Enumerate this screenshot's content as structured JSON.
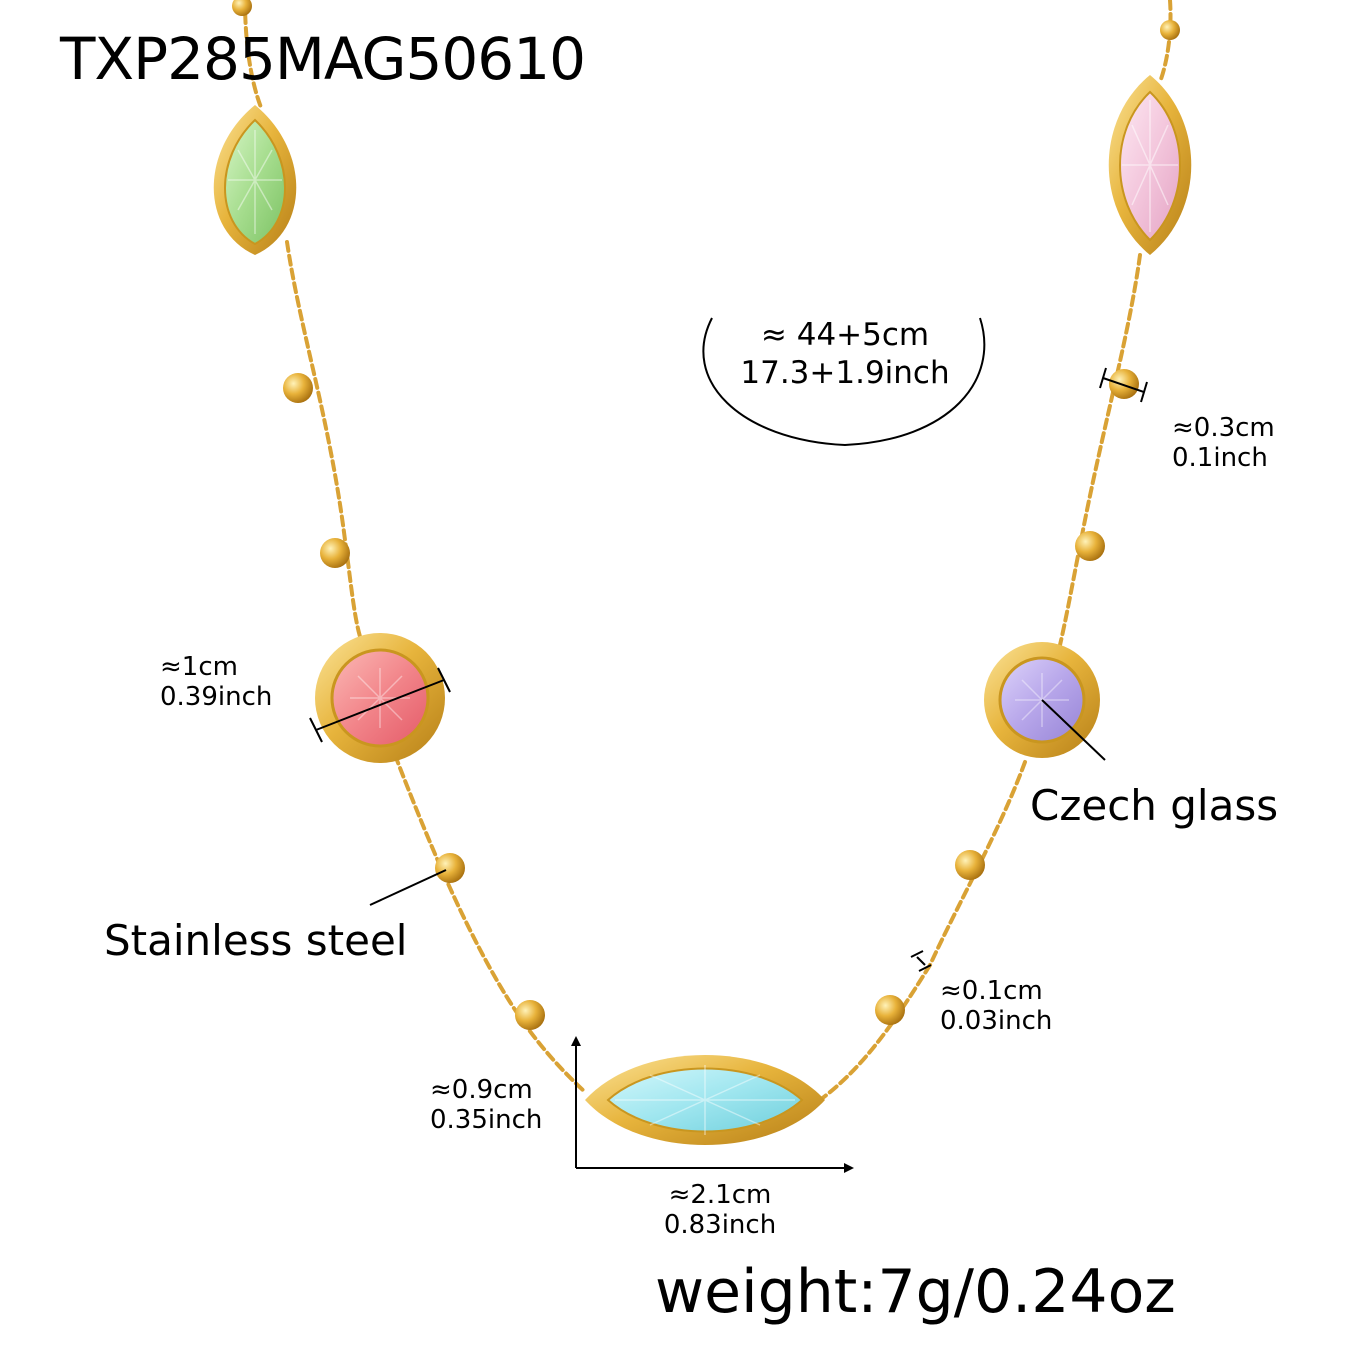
{
  "product_code": "TXP285MAG50610",
  "length": {
    "cm": "≈ 44+5cm",
    "inch": "17.3+1.9inch"
  },
  "bead_size": {
    "cm": "≈0.3cm",
    "inch": "0.1inch"
  },
  "round_stone": {
    "cm": "≈1cm",
    "inch": "0.39inch"
  },
  "material_stone": "Czech glass",
  "material_chain": "Stainless steel",
  "chain_width": {
    "cm": "≈0.1cm",
    "inch": "0.03inch"
  },
  "marquise_height": {
    "cm": "≈0.9cm",
    "inch": "0.35inch"
  },
  "marquise_width": {
    "cm": "≈2.1cm",
    "inch": "0.83inch"
  },
  "weight": "weight:7g/0.24oz",
  "colors": {
    "gold": "#e7b43c",
    "gold_dark": "#b67f17",
    "gold_light": "#f8dc86",
    "green_stone": "#aee39a",
    "pink_stone": "#f5cfe3",
    "red_stone": "#f28a8e",
    "purple_stone": "#b7a6ea",
    "aqua_stone": "#9fe6ef"
  }
}
